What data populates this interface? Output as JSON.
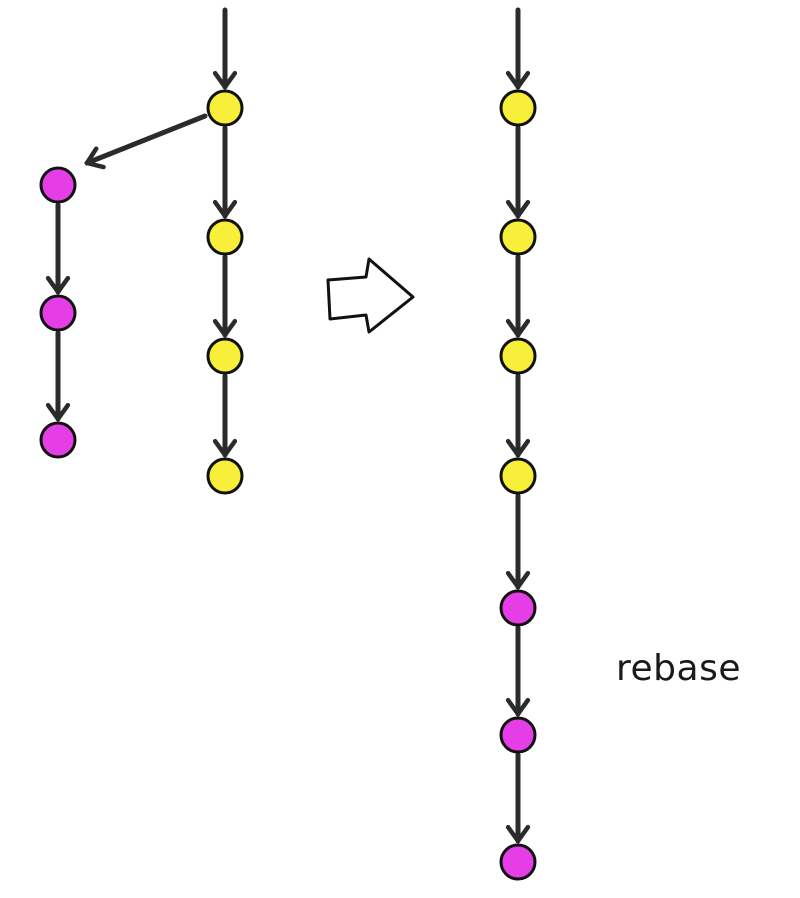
{
  "label": "rebase",
  "colors": {
    "main_commit": "#f7ef3a",
    "branch_commit": "#e63ee6",
    "line": "#2b2b2b",
    "outline": "#111111"
  },
  "before": {
    "main_branch": {
      "commits": 4,
      "color_key": "main_commit"
    },
    "feature_branch": {
      "commits": 3,
      "color_key": "branch_commit",
      "branches_from_commit": 1
    }
  },
  "after": {
    "linear_history": [
      "main_commit",
      "main_commit",
      "main_commit",
      "main_commit",
      "branch_commit",
      "branch_commit",
      "branch_commit"
    ]
  },
  "transition_icon": "hollow-right-arrow-icon"
}
